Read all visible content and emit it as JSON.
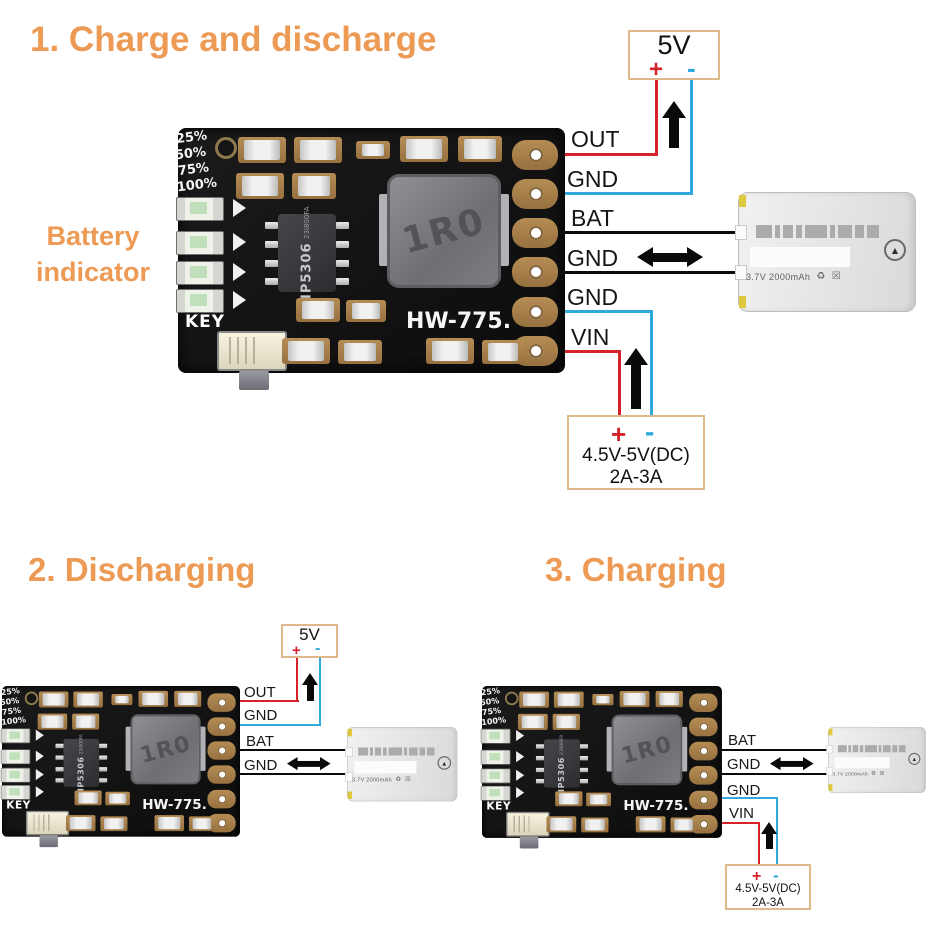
{
  "palette": {
    "heading_orange": "#ED9A55",
    "box_border_tan": "#DFB98C",
    "wire_red": "#D4232A",
    "wire_blue": "#2FA9DC",
    "wire_black": "#0A0A0A",
    "pcb_black": "#121212",
    "pad_gold": "#A9824F"
  },
  "section1": {
    "title": "1. Charge and discharge",
    "battery_indicator_label": "Battery indicator",
    "pins": [
      "OUT",
      "GND",
      "BAT",
      "GND",
      "GND",
      "VIN"
    ],
    "supply_box": {
      "label": "5V",
      "plus": "+",
      "minus": "-"
    },
    "dc_box": {
      "plus": "+",
      "minus": "-",
      "line1": "4.5V-5V(DC)",
      "line2": "2A-3A"
    }
  },
  "section2": {
    "title": "2. Discharging",
    "pins": [
      "OUT",
      "GND",
      "BAT",
      "GND"
    ],
    "supply_box": {
      "label": "5V",
      "plus": "+",
      "minus": "-"
    }
  },
  "section3": {
    "title": "3. Charging",
    "pins": [
      "BAT",
      "GND",
      "GND",
      "VIN"
    ],
    "dc_box": {
      "plus": "+",
      "minus": "-",
      "line1": "4.5V-5V(DC)",
      "line2": "2A-3A"
    }
  },
  "pcb": {
    "percents": [
      "25%",
      "50%",
      "75%",
      "100%"
    ],
    "key_label": "KEY",
    "model": "HW-775.",
    "chip_line1": "IP5306",
    "chip_line2": "23I800FA",
    "inductor_label": "1R0"
  },
  "battery": {
    "spec": "3.7V  2000mAh"
  },
  "icons": {
    "flame": "▲",
    "recycle": "♻",
    "trash": "☒"
  }
}
